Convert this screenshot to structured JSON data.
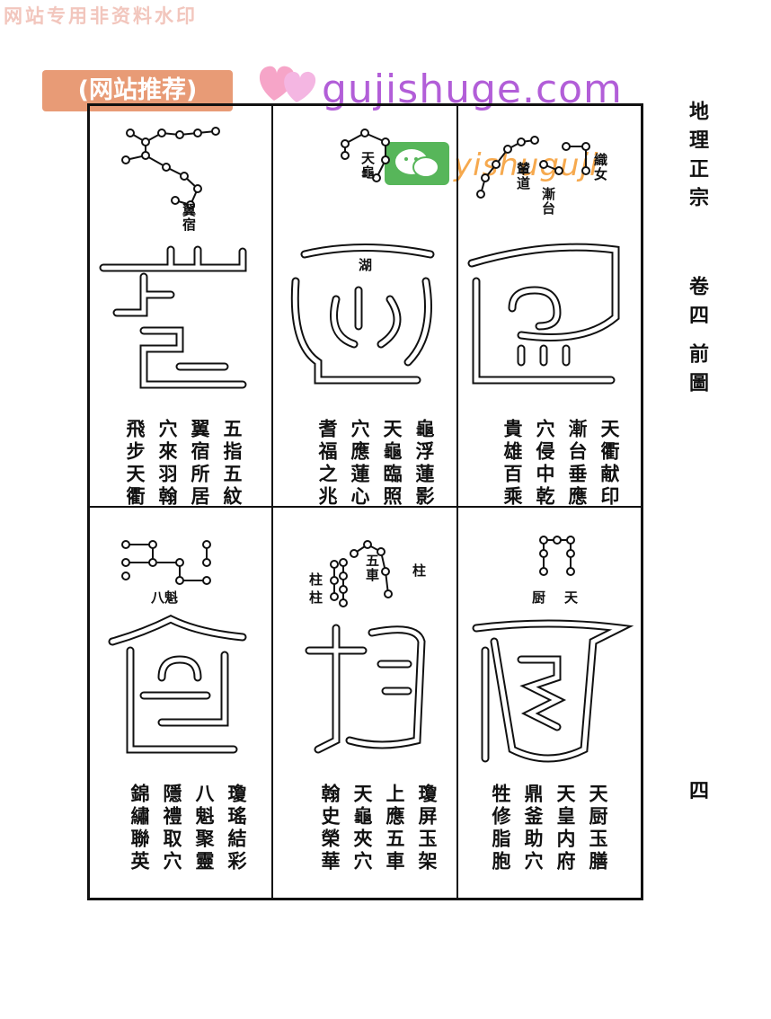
{
  "watermarks": {
    "top": "网站专用非资料水印",
    "badge": "(网站推荐)",
    "site": "gujishuge.com",
    "site2": "yishuguji"
  },
  "side": {
    "book_title": "地理正宗",
    "volume": "卷四",
    "section": "前圖",
    "page_number": "四"
  },
  "panels": [
    {
      "labels": [
        "翼宿"
      ],
      "verse": [
        "五指五紋",
        "翼宿所居",
        "穴來羽翰",
        "飛步天衢"
      ]
    },
    {
      "labels": [
        "天龜",
        "湖"
      ],
      "verse": [
        "龜浮蓮影",
        "天龜臨照",
        "穴應蓮心",
        "耆福之兆"
      ]
    },
    {
      "labels": [
        "織女",
        "輦道",
        "漸台"
      ],
      "verse": [
        "天衢献印",
        "漸台垂應",
        "穴侵中乾",
        "貴雄百乘"
      ]
    },
    {
      "labels": [
        "八魁"
      ],
      "verse": [
        "瓊瑤結彩",
        "八魁聚靈",
        "隱禮取穴",
        "錦繡聯英"
      ]
    },
    {
      "labels": [
        "五車",
        "柱",
        "柱",
        "柱"
      ],
      "verse": [
        "瓊屏玉架",
        "上應五車",
        "天龜夾穴",
        "翰史榮華"
      ]
    },
    {
      "labels": [
        "天",
        "厨"
      ],
      "verse": [
        "天厨玉膳",
        "天皇内府",
        "鼎釜助穴",
        "牲修脂胞"
      ]
    }
  ]
}
